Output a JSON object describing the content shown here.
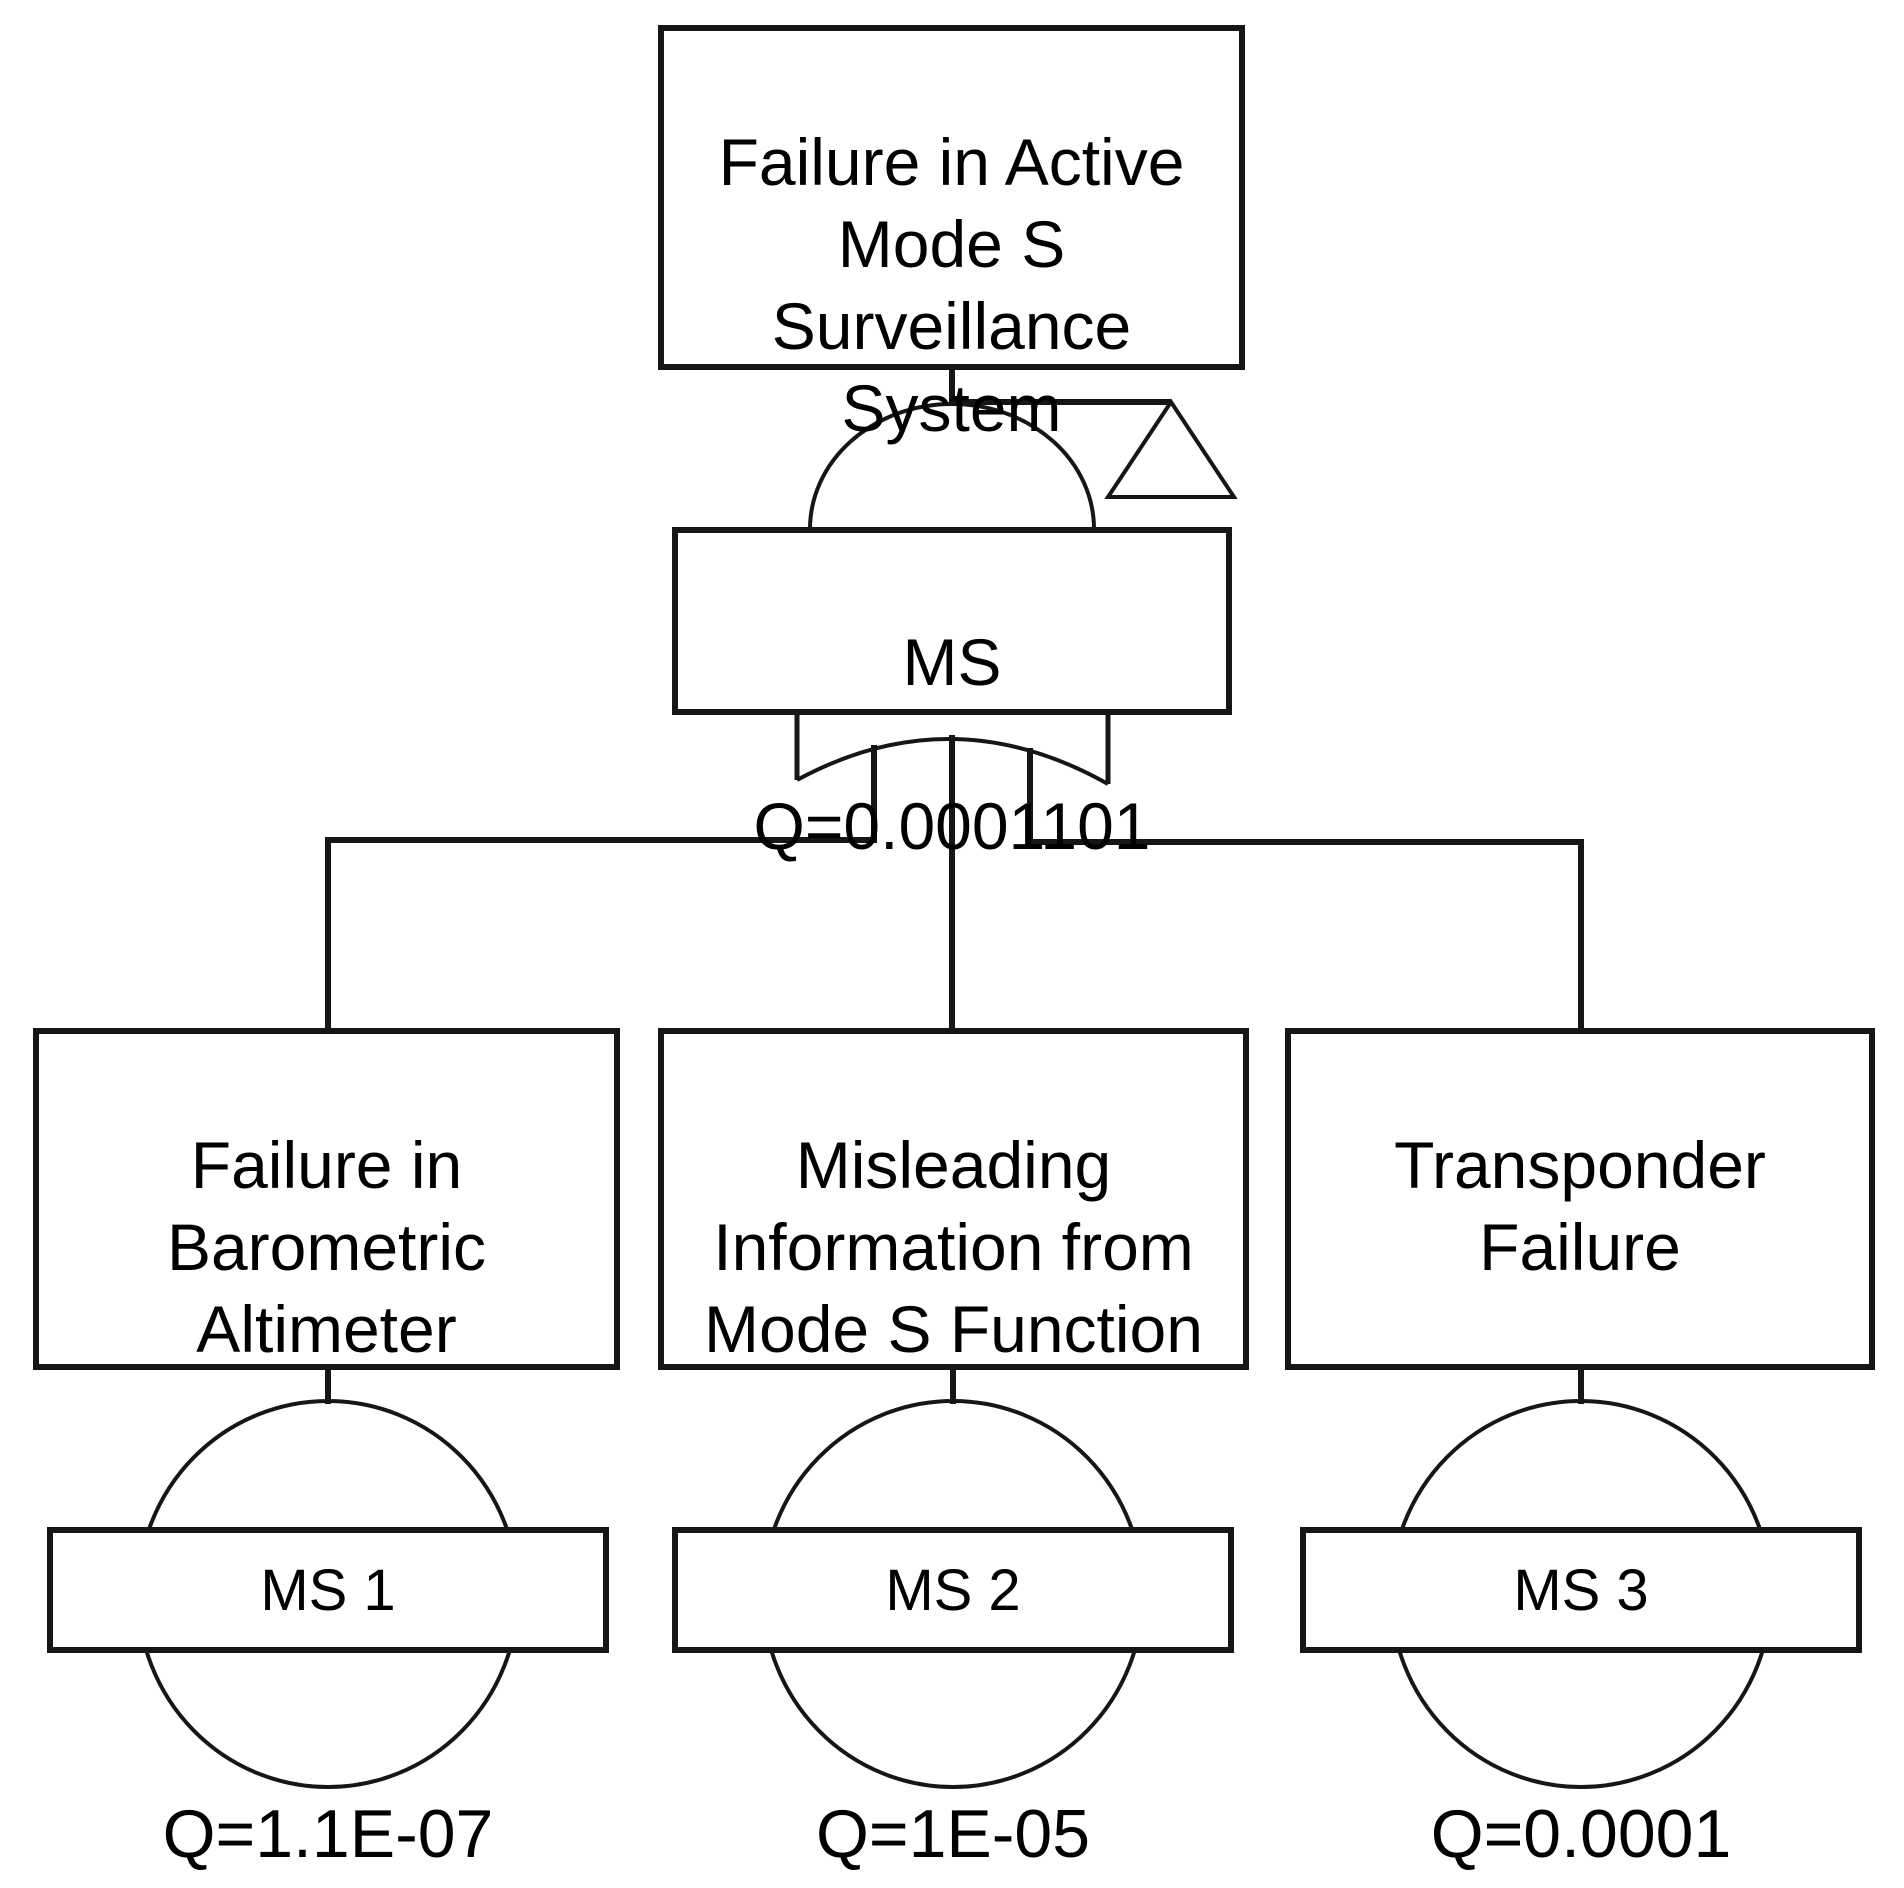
{
  "diagram_type": "fault-tree",
  "root_event": {
    "label": "Failure in Active\nMode S\nSurveillance\nSystem"
  },
  "gate": {
    "name": "MS",
    "q_label": "Q=0.0001101",
    "gate_type": "OR",
    "symbols": [
      "or-gate",
      "transfer-triangle"
    ]
  },
  "basic_events": [
    {
      "description": "Failure in\nBarometric\nAltimeter",
      "name": "MS 1",
      "q_label": "Q=1.1E-07",
      "symbol": "circle"
    },
    {
      "description": "Misleading\nInformation from\nMode S Function",
      "name": "MS 2",
      "q_label": "Q=1E-05",
      "symbol": "circle"
    },
    {
      "description": "Transponder\nFailure",
      "name": "MS 3",
      "q_label": "Q=0.0001",
      "symbol": "circle"
    }
  ],
  "colors": {
    "line": "#161616",
    "text": "#000000",
    "background": "#ffffff"
  }
}
